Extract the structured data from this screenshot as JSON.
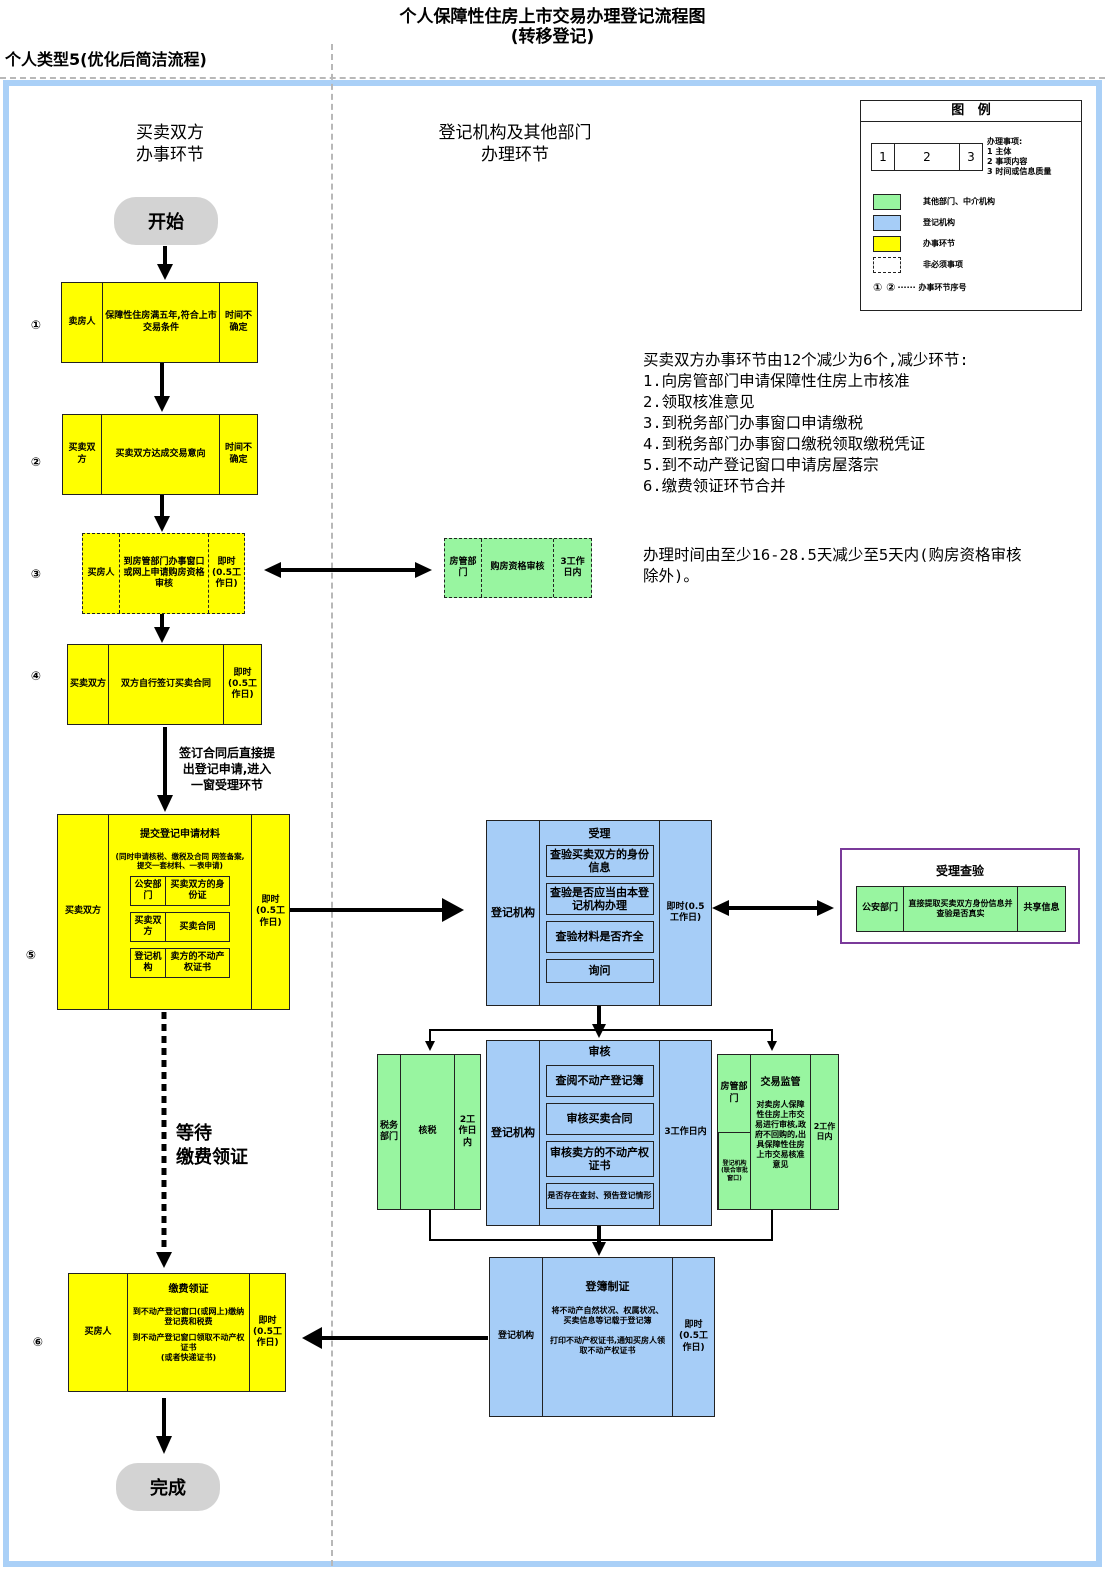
{
  "header": {
    "title_line1": "个人保障性住房上市交易办理登记流程图",
    "title_line2": "(转移登记)",
    "type_label": "个人类型5(优化后简洁流程)"
  },
  "lanes": {
    "left_line1": "买卖双方",
    "left_line2": "办事环节",
    "right_line1": "登记机构及其他部门",
    "right_line2": "办理环节"
  },
  "legend": {
    "title": "图   例",
    "sample": [
      "1",
      "2",
      "3"
    ],
    "sample_desc_1": "办理事项:",
    "sample_desc_2": "1 主体",
    "sample_desc_3": "2 事项内容",
    "sample_desc_4": "3 时间或信息质量",
    "green": "其他部门、中介机构",
    "blue": "登记机构",
    "yellow": "办事环节",
    "dashed": "非必须事项",
    "seq_symbols": "① ②",
    "seq": "······ 办事环节序号",
    "colors": {
      "green": "#98f5a0",
      "blue": "#a6cdf7",
      "yellow": "#ffff00",
      "frame": "#aad0f7",
      "purple": "#7a3a9a"
    }
  },
  "notes": {
    "intro": "买卖双方办事环节由12个减少为6个,减少环节:",
    "items": [
      "1.向房管部门申请保障性住房上市核准",
      "2.领取核准意见",
      "3.到税务部门办事窗口申请缴税",
      "4.到税务部门办事窗口缴税领取缴税凭证",
      "5.到不动产登记窗口申请房屋落宗",
      "6.缴费领证环节合并"
    ],
    "time_line1": "办理时间由至少16-28.5天减少至5天内(购房资格审核",
    "time_line2": "除外)。"
  },
  "flow": {
    "start": "开始",
    "end": "完成",
    "nums": [
      "①",
      "②",
      "③",
      "④",
      "⑤",
      "⑥"
    ],
    "s1": {
      "a": "卖房人",
      "b": "保障性住房满五年,符合上市交易条件",
      "c": "时间不确定"
    },
    "s2": {
      "a": "买卖双方",
      "b": "买卖双方达成交易意向",
      "c": "时间不确定"
    },
    "s3": {
      "a": "买房人",
      "b": "到房管部门办事窗口或网上申请购房资格审核",
      "c": "即时(0.5工作日)"
    },
    "s3_green": {
      "a": "房管部门",
      "b": "购房资格审核",
      "c": "3工作日内"
    },
    "s4": {
      "a": "买卖双方",
      "b": "双方自行签订买卖合同",
      "c": "即时(0.5工作日)"
    },
    "arrow_label_line1": "签订合同后直接提",
    "arrow_label_line2": "出登记申请,进入",
    "arrow_label_line3": "一窗受理环节",
    "s5": {
      "a": "买卖双方",
      "title": "提交登记申请材料",
      "sub": "(同时申请核税、缴税及合同 网签备案,提交一套材料、一表申请)",
      "r1a": "公安部门",
      "r1b": "买卖双方的身份证",
      "r2a": "买卖双方",
      "r2b": "买卖合同",
      "r3a": "登记机构",
      "r3b": "卖方的不动产权证书",
      "c": "即时(0.5工作日)"
    },
    "accept": {
      "a": "登记机构",
      "title": "受理",
      "i1": "查验买卖双方的身份信息",
      "i2": "查验是否应当由本登记机构办理",
      "i3": "查验材料是否齐全",
      "i4": "询问",
      "c": "即时(0.5工作日)"
    },
    "verify": {
      "title": "受理查验",
      "a": "公安部门",
      "b": "直接提取买卖双方身份信息并查验是否真实",
      "c": "共享信息"
    },
    "wait_line1": "等待",
    "wait_line2": "缴费领证",
    "tax": {
      "a": "税务部门",
      "b": "核税",
      "c": "2工作日内"
    },
    "review": {
      "a": "登记机构",
      "title": "审核",
      "i1": "查阅不动产登记簿",
      "i2": "审核买卖合同",
      "i3": "审核卖方的不动产权证书",
      "i4": "是否存在查封、预告登记情形",
      "c": "3工作日内"
    },
    "supervise": {
      "a1": "房管部门",
      "a2": "登记机构(联合审批窗口)",
      "title": "交易监管",
      "body": "对卖房人保障性住房上市交易进行审核,政府不回购的,出具保障性住房上市交易核准意见",
      "c": "2工作日内"
    },
    "register": {
      "a": "登记机构",
      "title": "登簿制证",
      "b1": "将不动产自然状况、权属状况、买卖信息等记载于登记簿",
      "b2": "打印不动产权证书,通知买房人领取不动产权证书",
      "c": "即时(0.5工作日)"
    },
    "s6": {
      "a": "买房人",
      "title": "缴费领证",
      "b1": "到不动产登记窗口(或网上)缴纳登记费和税费",
      "b2": "到不动产登记窗口领取不动产权证书",
      "b3": "(或者快递证书)",
      "c": "即时(0.5工作日)"
    }
  }
}
